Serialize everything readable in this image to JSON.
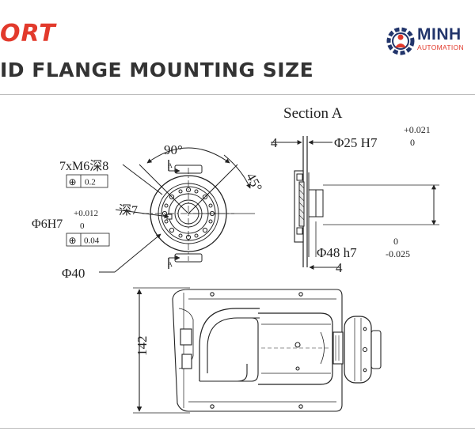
{
  "header": {
    "brand_fragment": "ORT",
    "title": "ID FLANGE MOUNTING SIZE",
    "brand_color": "#e23a2c",
    "title_color": "#333333"
  },
  "logo": {
    "name": "MINH",
    "sub": "AUTOMATION",
    "name_color": "#22356b",
    "accent_color": "#e23a2c",
    "icon": "gear-person-icon"
  },
  "drawing": {
    "section_title": "Section A",
    "flange": {
      "hole_spec": "7xM6深8",
      "hole_tolerance": "0.2",
      "angle_top": "90°",
      "angle_side": "45°",
      "pin_spec": "Φ6H7",
      "pin_tol_upper": "+0.012",
      "pin_tol_lower": "0",
      "pin_depth": "深7",
      "pin_tolerance": "0.04",
      "outer_diameter": "Φ40",
      "section_marker_top": "A",
      "section_marker_bottom": "A",
      "geo_symbol": "⊕"
    },
    "section": {
      "bore_spec": "Φ25 H7",
      "bore_tol_upper": "+0.021",
      "bore_tol_lower": "0",
      "shaft_spec": "Φ48 h7",
      "shaft_tol_upper": "0",
      "shaft_tol_lower": "-0.025",
      "dim_top": "4",
      "dim_bottom": "4"
    },
    "body": {
      "height": "142"
    }
  }
}
